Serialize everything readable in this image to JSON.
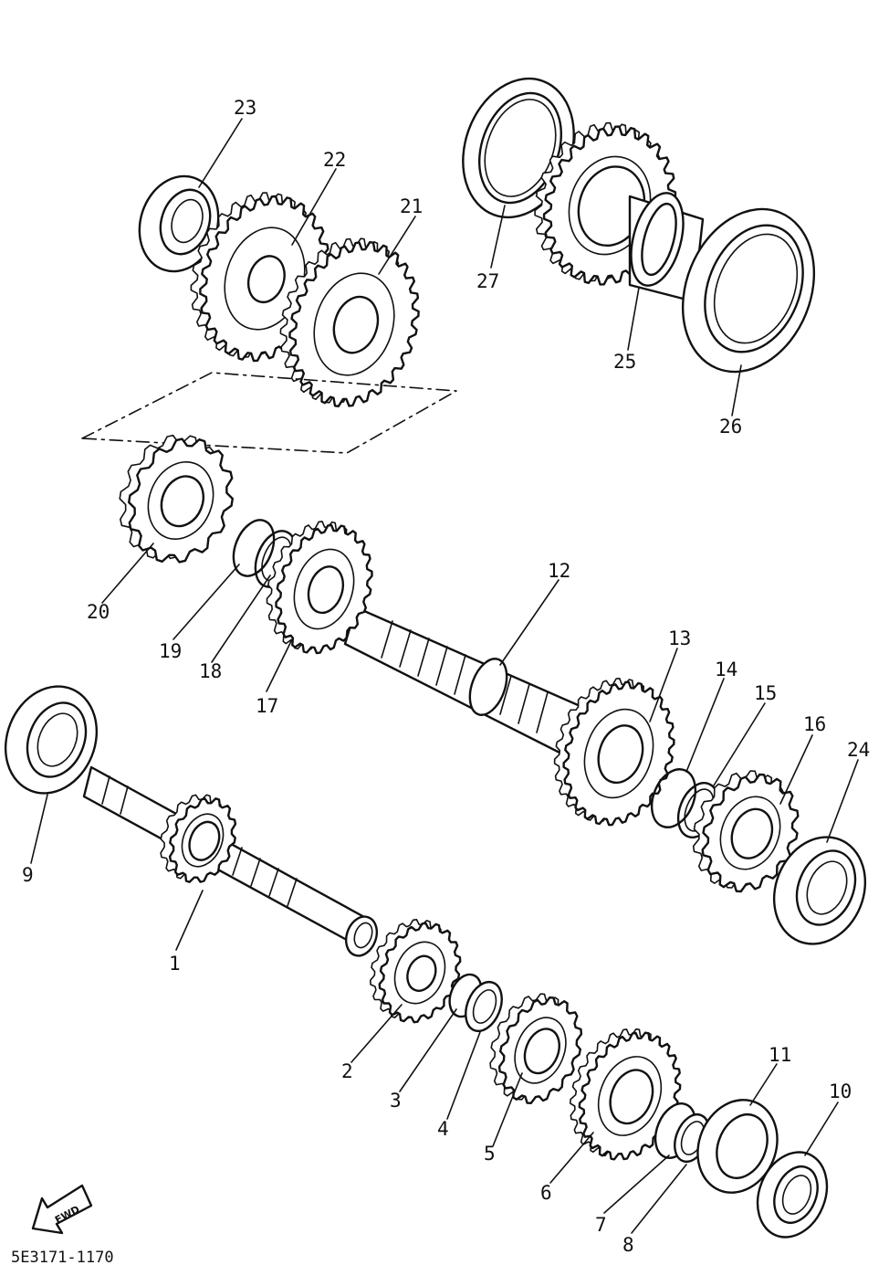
{
  "diagram": {
    "part_code": "5E3171-1170",
    "fwd_label": "FWD",
    "callouts": [
      "1",
      "2",
      "3",
      "4",
      "5",
      "6",
      "7",
      "8",
      "9",
      "10",
      "11",
      "12",
      "13",
      "14",
      "15",
      "16",
      "17",
      "18",
      "19",
      "20",
      "21",
      "22",
      "23",
      "24",
      "25",
      "26",
      "27"
    ]
  },
  "colors": {
    "ink": "#111111",
    "paper": "#ffffff"
  }
}
